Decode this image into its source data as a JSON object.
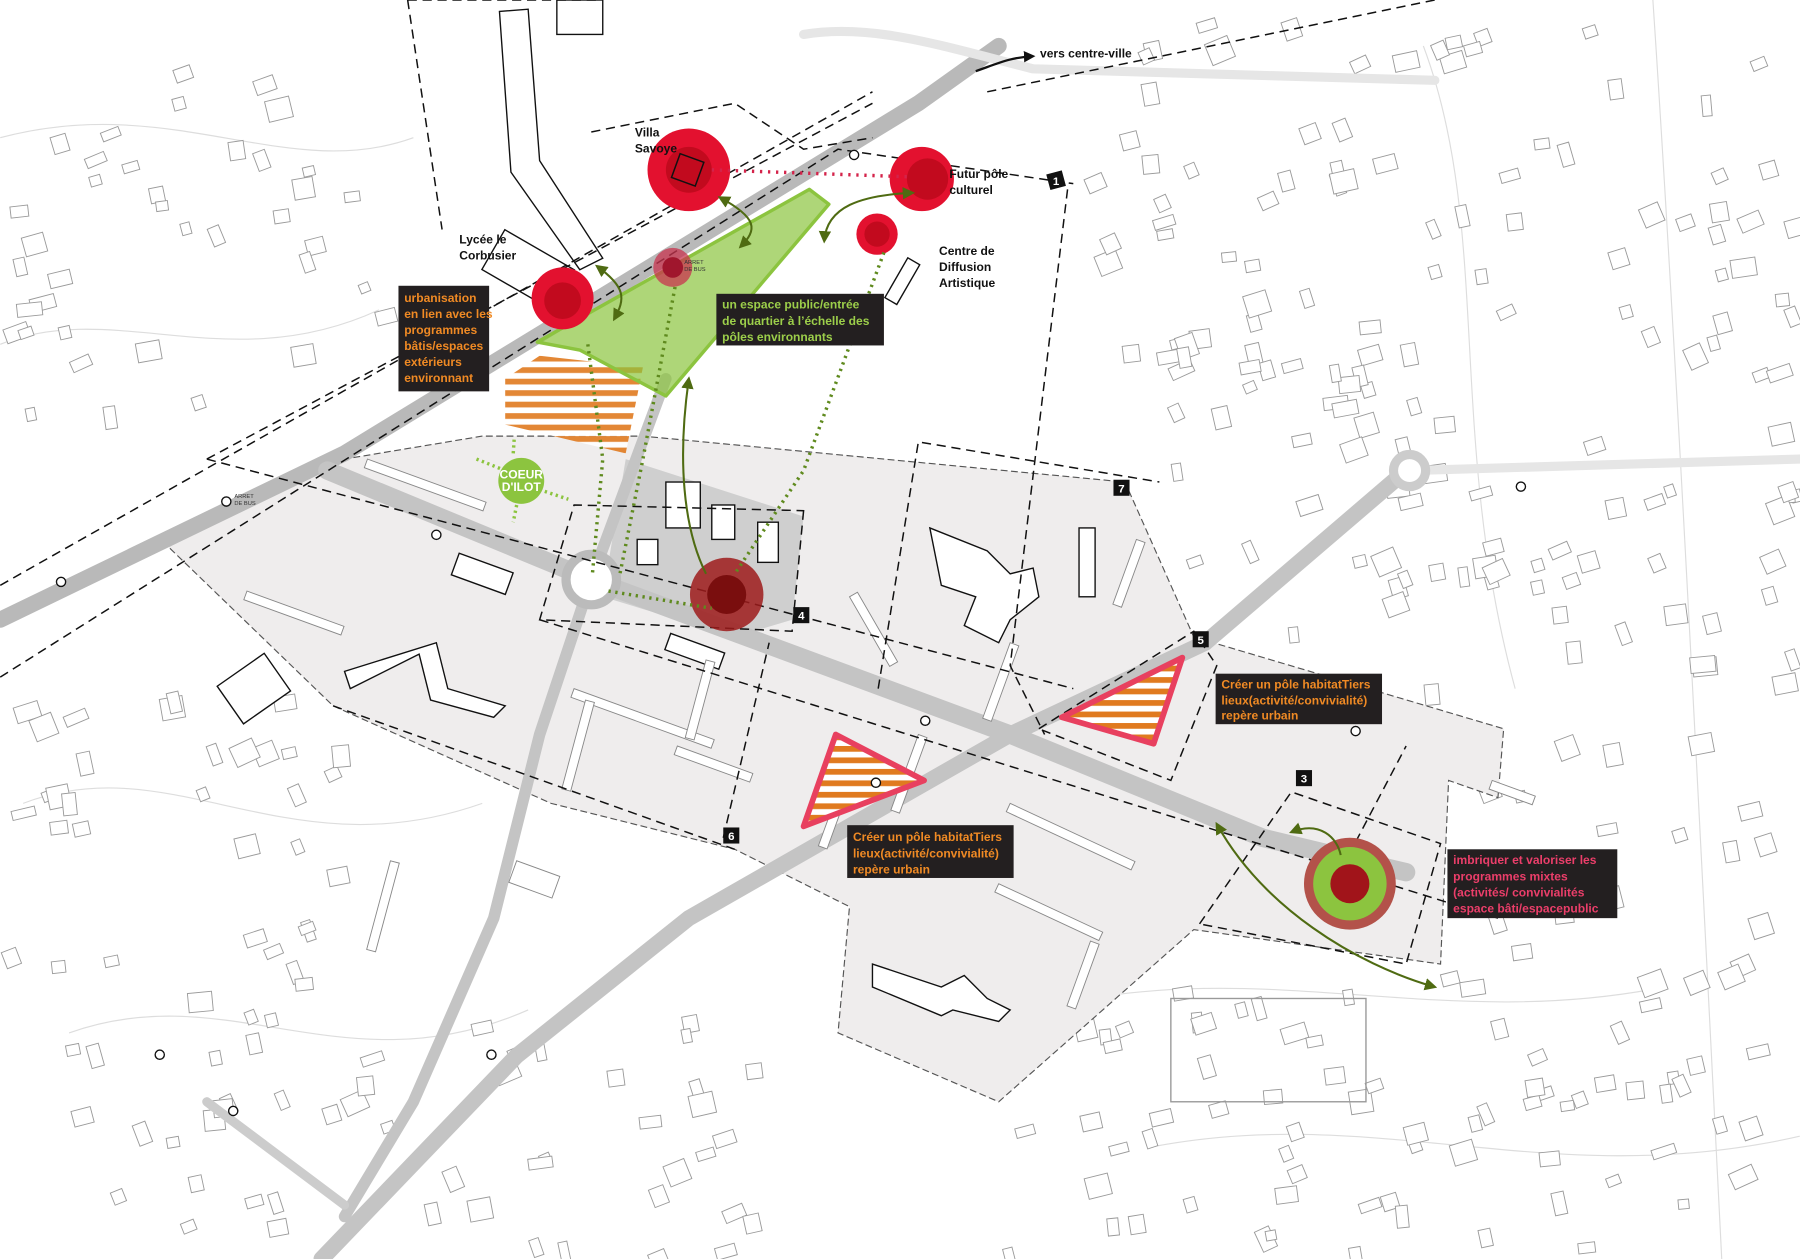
{
  "map": {
    "direction_label": "vers centre-ville",
    "places": {
      "villa_savoye": [
        "Villa",
        "Savoye"
      ],
      "futur_pole": [
        "Futur pôle",
        "culturel"
      ],
      "lycee": [
        "Lycée le",
        "Corbusier"
      ],
      "centre_diffusion": [
        "Centre de",
        "Diffusion",
        "Artistique"
      ]
    },
    "bus_stop_label": [
      "ARRET",
      "DE BUS"
    ],
    "coeur_ilot": [
      "COEUR",
      "D'ILOT"
    ],
    "zone_numbers": [
      "1",
      "3",
      "4",
      "5",
      "6",
      "7"
    ],
    "annotations": {
      "urbanisation": [
        "urbanisation",
        "en lien avec les",
        "programmes",
        "bâtis/espaces",
        "extérieurs",
        "environnant"
      ],
      "espace_public": [
        "un espace public/entrée",
        "de quartier  à l’échelle des",
        "pôles environnants"
      ],
      "pole_habitat_1": [
        "Créer un pôle habitatTiers",
        "lieux(activité/convivialité)",
        "repère urbain"
      ],
      "pole_habitat_2": [
        "Créer un pôle habitatTiers",
        "lieux(activité/convivialité)",
        "repère urbain"
      ],
      "programmes_mixtes": [
        "imbriquer et valoriser les",
        "programmes mixtes",
        "(activités/ convivialités",
        "espace bâti/espacepublic"
      ]
    },
    "colors": {
      "pole_red": "#e3112f",
      "dark_red": "#9e1b1b",
      "green": "#8cc43f",
      "dark_green": "#4f6b12",
      "orange": "#e07a1f",
      "pink": "#e8405f",
      "box_bg": "#231f20"
    }
  }
}
